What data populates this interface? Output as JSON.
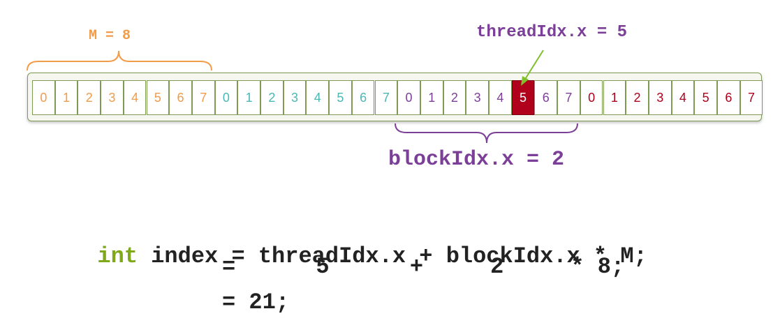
{
  "m_label": "M = 8",
  "thread_label": "threadIdx.x = 5",
  "block_label": "blockIdx.x = 2",
  "block_size": 8,
  "highlight": {
    "block": 2,
    "thread": 5
  },
  "blocks": [
    {
      "color": "#f29b48",
      "indices": [
        "0",
        "1",
        "2",
        "3",
        "4",
        "5",
        "6",
        "7"
      ]
    },
    {
      "color": "#4bb7b4",
      "indices": [
        "0",
        "1",
        "2",
        "3",
        "4",
        "5",
        "6",
        "7"
      ]
    },
    {
      "color": "#7b3f98",
      "indices": [
        "0",
        "1",
        "2",
        "3",
        "4",
        "5",
        "6",
        "7"
      ]
    },
    {
      "color": "#b0001c",
      "indices": [
        "0",
        "1",
        "2",
        "3",
        "4",
        "5",
        "6",
        "7"
      ]
    }
  ],
  "colors": {
    "m_label": "#f29b48",
    "thread_label": "#7b3f98",
    "block_label": "#7b3f98",
    "highlight_fill": "#b0001c",
    "highlight_text": "#ffffff",
    "arrow": "#7fbf2a",
    "keyword": "#7fa81a",
    "code": "#222222"
  },
  "code": {
    "keyword": "int",
    "line1_rest": " index = threadIdx.x + blockIdx.x * M;",
    "line2": "=      5      +     2     * 8;",
    "line3": "= 21;"
  }
}
